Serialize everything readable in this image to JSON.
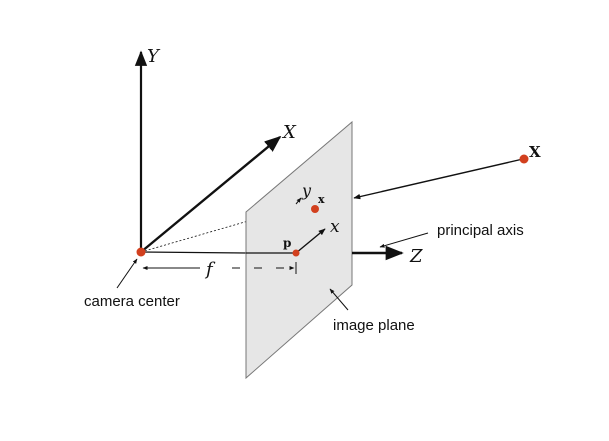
{
  "axes": {
    "Y": "Y",
    "X": "X",
    "Z": "Z"
  },
  "image_axes": {
    "x": "x",
    "y": "y"
  },
  "points": {
    "world_point": "X",
    "image_point": "x",
    "principal_point": "p"
  },
  "focal_length": "f",
  "labels": {
    "camera_center": "camera center",
    "principal_axis": "principal axis",
    "image_plane": "image plane"
  },
  "colors": {
    "point": "#d2401e",
    "plane_fill": "#e6e6e6",
    "ink": "#111111"
  }
}
